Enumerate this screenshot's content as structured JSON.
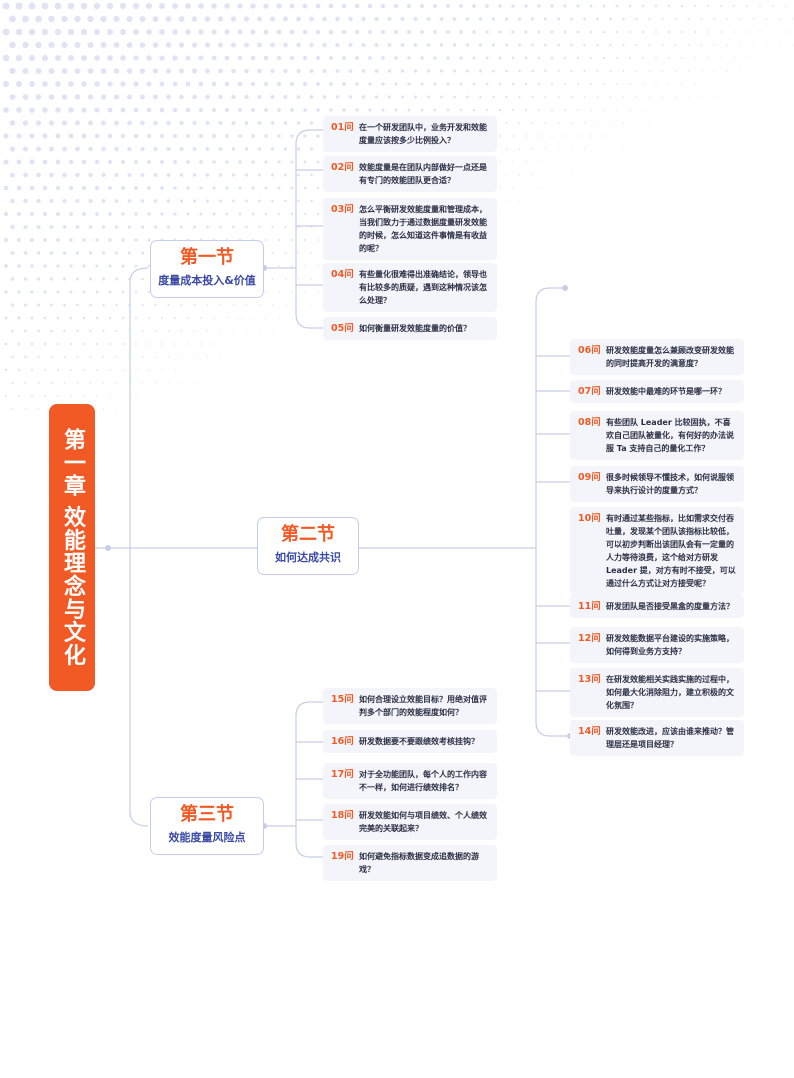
{
  "chapter": {
    "title": "第一章 效能理念与文化"
  },
  "sections": [
    {
      "title": "第一节",
      "subtitle": "度量成本投入&价值"
    },
    {
      "title": "第二节",
      "subtitle": "如何达成共识"
    },
    {
      "title": "第三节",
      "subtitle": "效能度量风险点"
    }
  ],
  "questions": [
    {
      "num": "01问",
      "text": "在一个研发团队中，业务开发和效能度量应该按多少比例投入？"
    },
    {
      "num": "02问",
      "text": "效能度量是在团队内部做好一点还是有专门的效能团队更合适？"
    },
    {
      "num": "03问",
      "text": "怎么平衡研发效能度量和管理成本，当我们致力于通过数据度量研发效能的时候，怎么知道这件事情是有收益的呢？"
    },
    {
      "num": "04问",
      "text": "有些量化很难得出准确结论，领导也有比较多的质疑，遇到这种情况该怎么处理？"
    },
    {
      "num": "05问",
      "text": "如何衡量研发效能度量的价值？"
    },
    {
      "num": "06问",
      "text": "研发效能度量怎么兼顾改变研发效能的同时提高开发的满意度？"
    },
    {
      "num": "07问",
      "text": "研发效能中最难的环节是哪一环？"
    },
    {
      "num": "08问",
      "text": "有些团队 Leader 比较固执，不喜欢自己团队被量化，有何好的办法说服 Ta 支持自己的量化工作？"
    },
    {
      "num": "09问",
      "text": "很多时候领导不懂技术，如何说服领导来执行设计的度量方式？"
    },
    {
      "num": "10问",
      "text": "有时通过某些指标，比如需求交付吞吐量，发现某个团队该指标比较低，可以初步判断出该团队会有一定量的人力等待浪费，这个给对方研发 Leader 提，对方有时不接受，可以通过什么方式让对方接受呢？"
    },
    {
      "num": "11问",
      "text": "研发团队是否接受黑盒的度量方法？"
    },
    {
      "num": "12问",
      "text": "研发效能数据平台建设的实施策略，如何得到业务方支持？"
    },
    {
      "num": "13问",
      "text": "在研发效能相关实践实施的过程中，如何最大化消除阻力，建立积极的文化氛围？"
    },
    {
      "num": "14问",
      "text": "研发效能改进，应该由谁来推动？管理层还是项目经理？"
    },
    {
      "num": "15问",
      "text": "如何合理设立效能目标？用绝对值评判多个部门的效能程度如何？"
    },
    {
      "num": "16问",
      "text": "研发数据要不要跟绩效考核挂钩？"
    },
    {
      "num": "17问",
      "text": "对于全功能团队，每个人的工作内容不一样，如何进行绩效排名？"
    },
    {
      "num": "18问",
      "text": "研发效能如何与项目绩效、个人绩效完美的关联起来？"
    },
    {
      "num": "19问",
      "text": "如何避免指标数据变成追数据的游戏？"
    }
  ]
}
